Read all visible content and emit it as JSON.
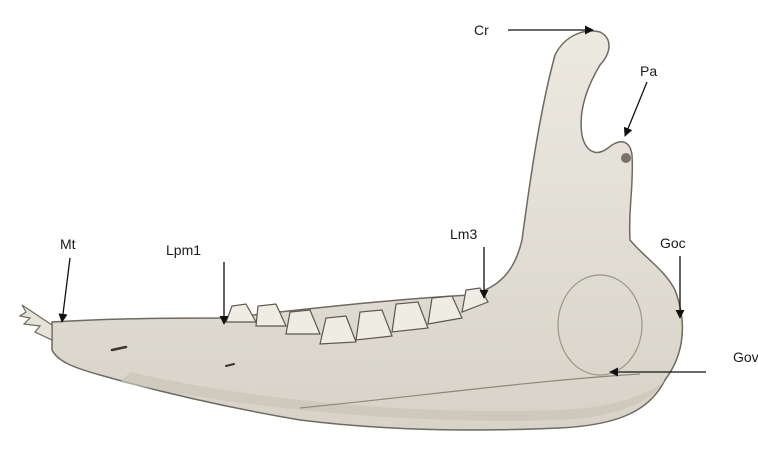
{
  "labels": {
    "cr": "Cr",
    "pa": "Pa",
    "mt": "Mt",
    "lpm1": "Lpm1",
    "lm3": "Lm3",
    "goc": "Goc",
    "gov": "Gov"
  },
  "colors": {
    "bone_fill": "#e6e3da",
    "bone_shadow": "#c9c5b8",
    "outline": "#6e6a60",
    "arrow": "#111111",
    "background": "#ffffff"
  }
}
